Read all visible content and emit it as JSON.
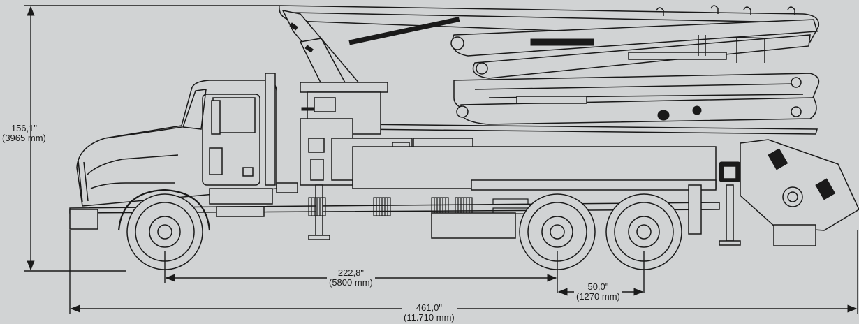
{
  "dimensions": {
    "height": {
      "imperial": "156,1\"",
      "metric": "(3965 mm)"
    },
    "wheelbase": {
      "imperial": "222,8\"",
      "metric": "(5800 mm)"
    },
    "axle_spacing": {
      "imperial": "50,0\"",
      "metric": "(1270 mm)"
    },
    "overall_length": {
      "imperial": "461,0\"",
      "metric": "(11.710 mm)"
    }
  },
  "colors": {
    "background": "#d1d3d4",
    "line": "#1a1a1a"
  }
}
